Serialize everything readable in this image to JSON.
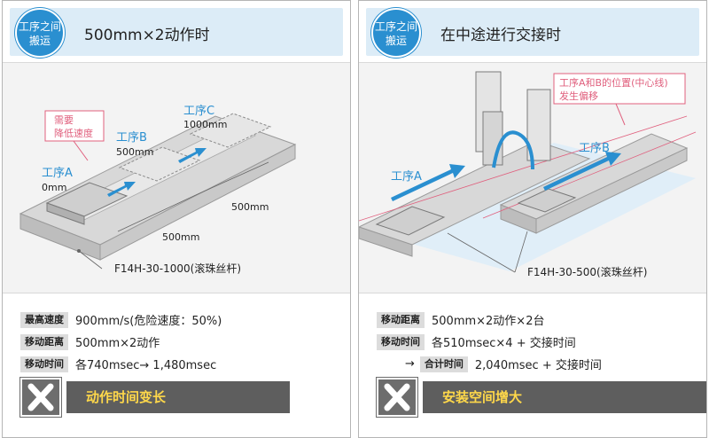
{
  "left": {
    "badge": [
      "工序之间",
      "搬运"
    ],
    "title": "500mm×2动作时",
    "diagram": {
      "callout": [
        "需要",
        "降低速度"
      ],
      "process_a": {
        "name": "工序A",
        "pos": "0mm"
      },
      "process_b": {
        "name": "工序B",
        "pos": "500mm"
      },
      "process_c": {
        "name": "工序C",
        "pos": "1000mm"
      },
      "dim_1": "500mm",
      "dim_2": "500mm",
      "model": "F14H-30-1000(滚珠丝杆)"
    },
    "specs": [
      {
        "label": "最高速度",
        "value": "900mm/s(危险速度：50%)"
      },
      {
        "label": "移动距离",
        "value": "500mm×2动作"
      },
      {
        "label": "移动时间",
        "value": "各740msec→ 1,480msec"
      }
    ],
    "result": "动作时间变长"
  },
  "right": {
    "badge": [
      "工序之间",
      "搬运"
    ],
    "title": "在中途进行交接时",
    "diagram": {
      "callout": [
        "工序A和B的位置(中心线)",
        "发生偏移"
      ],
      "process_a": "工序A",
      "process_b": "工序B",
      "model": "F14H-30-500(滚珠丝杆)"
    },
    "specs": [
      {
        "label": "移动距离",
        "value": "500mm×2动作×2台"
      },
      {
        "label": "移动时间",
        "value": "各510msec×4 + 交接时间"
      }
    ],
    "total": {
      "arrow": "→",
      "label": "合计时间",
      "value": "2,040msec + 交接时间"
    },
    "result": "安装空间增大"
  },
  "colors": {
    "accent": "#2a8fd0",
    "badge_band": "#dcecf7",
    "result_text": "#ffd84a",
    "result_bar": "#5e5e5e",
    "callout": "#e0607e"
  },
  "icons": {
    "result_mark": "cross-icon"
  }
}
